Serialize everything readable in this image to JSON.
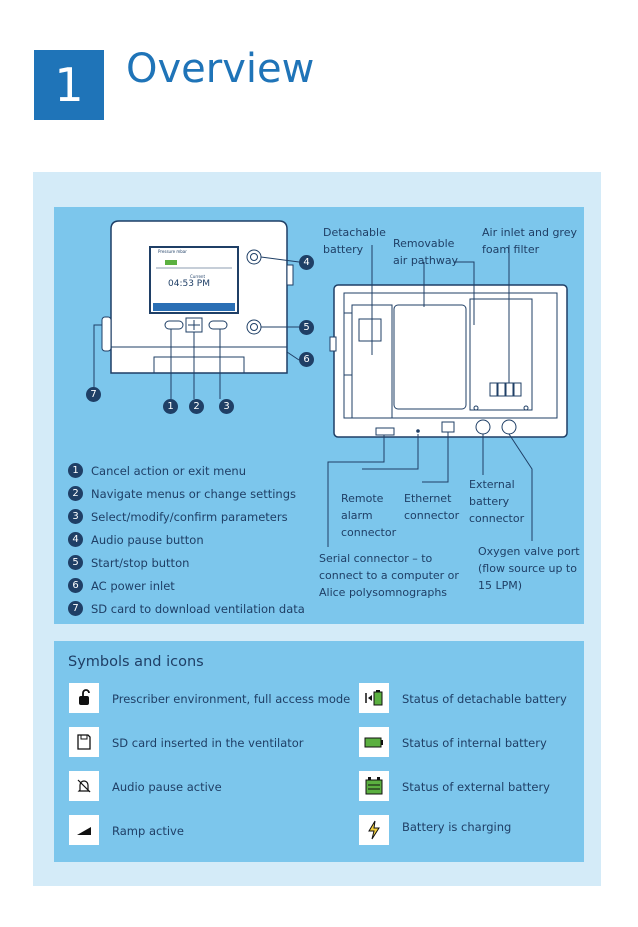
{
  "header": {
    "chapter_number": "1",
    "title": "Overview"
  },
  "device_labels": {
    "detachable_battery": [
      "Detachable",
      "battery"
    ],
    "removable_air_pathway": [
      "Removable",
      "air pathway"
    ],
    "air_inlet": [
      "Air inlet and grey",
      "foam filter"
    ],
    "remote_alarm": [
      "Remote",
      "alarm",
      "connector"
    ],
    "ethernet": [
      "Ethernet",
      "connector"
    ],
    "external_battery": [
      "External",
      "battery",
      "connector"
    ],
    "serial": [
      "Serial connector – to",
      "connect to a computer or",
      "Alice polysomnographs"
    ],
    "oxygen": [
      "Oxygen valve port",
      "(flow source up to",
      "15 LPM)"
    ]
  },
  "screen": {
    "time_label": "Current",
    "time": "04:53 PM",
    "top_text": "Pressure mbar"
  },
  "callouts": [
    "1",
    "2",
    "3",
    "4",
    "5",
    "6",
    "7"
  ],
  "legend": [
    {
      "num": "1",
      "text": "Cancel action or exit menu"
    },
    {
      "num": "2",
      "text": "Navigate menus or change settings"
    },
    {
      "num": "3",
      "text": "Select/modify/confirm parameters"
    },
    {
      "num": "4",
      "text": "Audio pause button"
    },
    {
      "num": "5",
      "text": "Start/stop button"
    },
    {
      "num": "6",
      "text": "AC power inlet"
    },
    {
      "num": "7",
      "text": "SD card to download ventilation data"
    }
  ],
  "symbols": {
    "title": "Symbols and icons",
    "left": [
      {
        "icon": "unlock-icon",
        "text": "Prescriber environment, full access mode"
      },
      {
        "icon": "sd-card-icon",
        "text": "SD card inserted in the ventilator"
      },
      {
        "icon": "audio-pause-icon",
        "text": "Audio pause active"
      },
      {
        "icon": "ramp-icon",
        "text": "Ramp active"
      }
    ],
    "right": [
      {
        "icon": "detachable-battery-icon",
        "text": "Status of detachable battery"
      },
      {
        "icon": "internal-battery-icon",
        "text": "Status of internal battery"
      },
      {
        "icon": "external-battery-icon",
        "text": "Status of external battery"
      },
      {
        "icon": "charging-icon",
        "text": "Battery is charging"
      }
    ]
  },
  "colors": {
    "accent": "#1f74b8",
    "panel_light": "#d4ebf8",
    "panel": "#7cc6ec",
    "text": "#1f3f66"
  }
}
